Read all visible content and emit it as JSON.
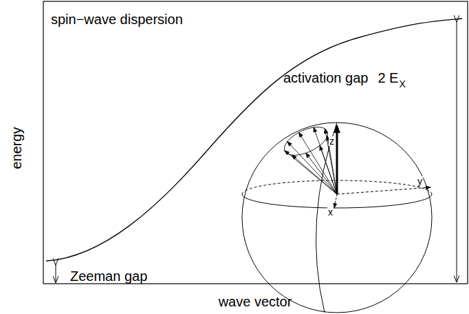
{
  "diagram": {
    "labels": [
      "spin−wave dispersion",
      "activation gap",
      "2 E",
      "X",
      "Zeeman gap",
      "energy",
      "wave vector",
      "z",
      "y",
      "x"
    ]
  }
}
